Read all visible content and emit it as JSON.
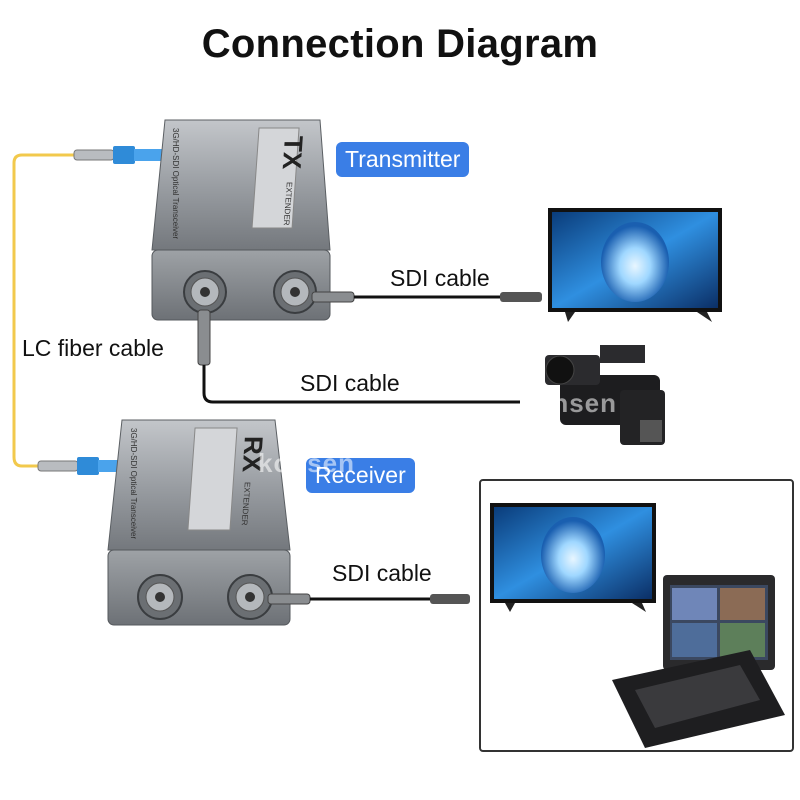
{
  "title": "Connection Diagram",
  "labels": {
    "transmitter": "Transmitter",
    "receiver": "Receiver",
    "lc_fiber": "LC fiber cable",
    "sdi_top": "SDI cable",
    "sdi_middle": "SDI cable",
    "sdi_bottom": "SDI cable"
  },
  "devices": {
    "tx": {
      "model": "TX",
      "sub": "EXTENDER",
      "side": "3G/HD-SDI Optical Transceiver"
    },
    "rx": {
      "model": "RX",
      "sub": "EXTENDER",
      "side": "3G/HD-SDI Optical Transceiver"
    }
  },
  "watermark": "konsen",
  "colors": {
    "badge": "#3a7ee6",
    "fiber": "#f2c94c",
    "connector_blue": "#2f8bd8",
    "device_body": "#8d9196"
  }
}
